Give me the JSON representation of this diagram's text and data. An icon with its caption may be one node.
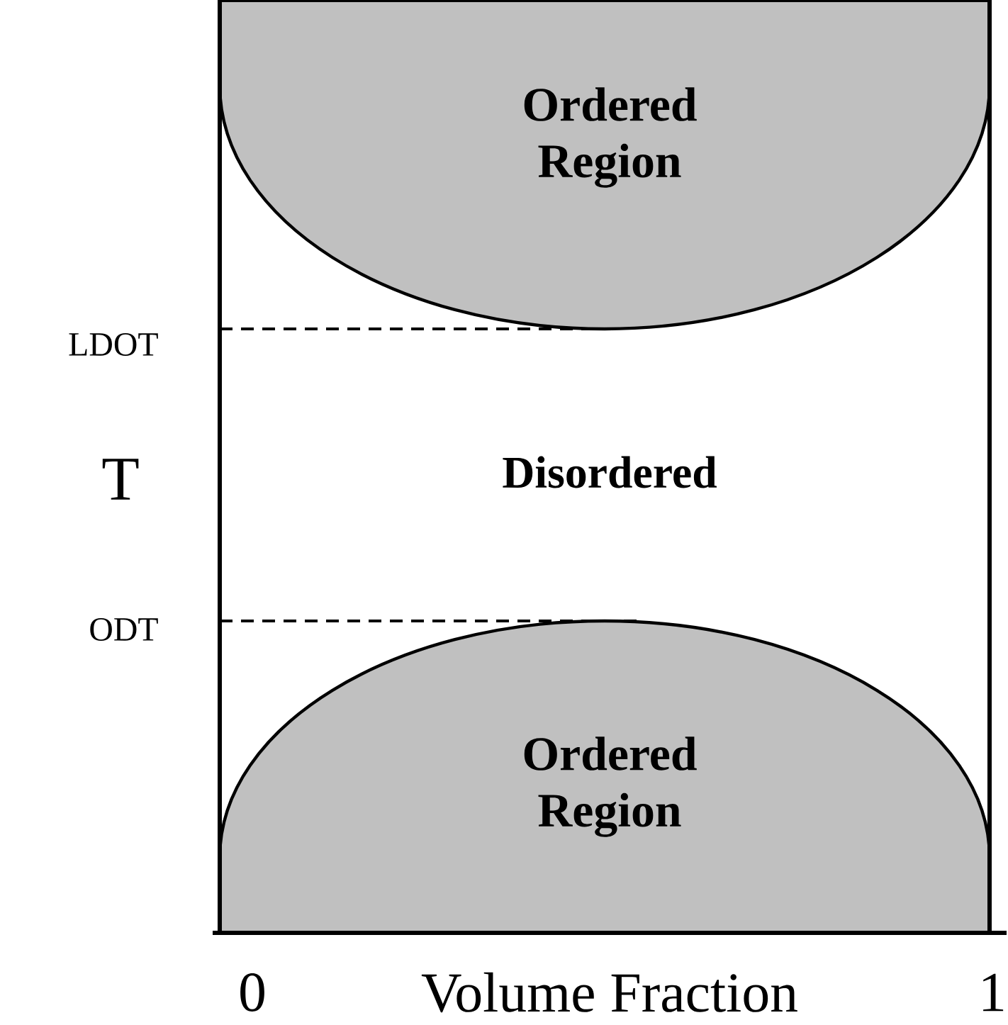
{
  "diagram": {
    "nodes": [
      {
        "text": [],
        "shape": "box"
      },
      {
        "text": [
          "Ordered Region"
        ],
        "in": 0
      },
      {
        "text": [
          "Ordered Region"
        ],
        "in": 0
      }
    ],
    "labels": [
      "LDOT",
      "T",
      "Disordered",
      "ODT",
      "0",
      "Volume Fraction",
      "1"
    ]
  }
}
